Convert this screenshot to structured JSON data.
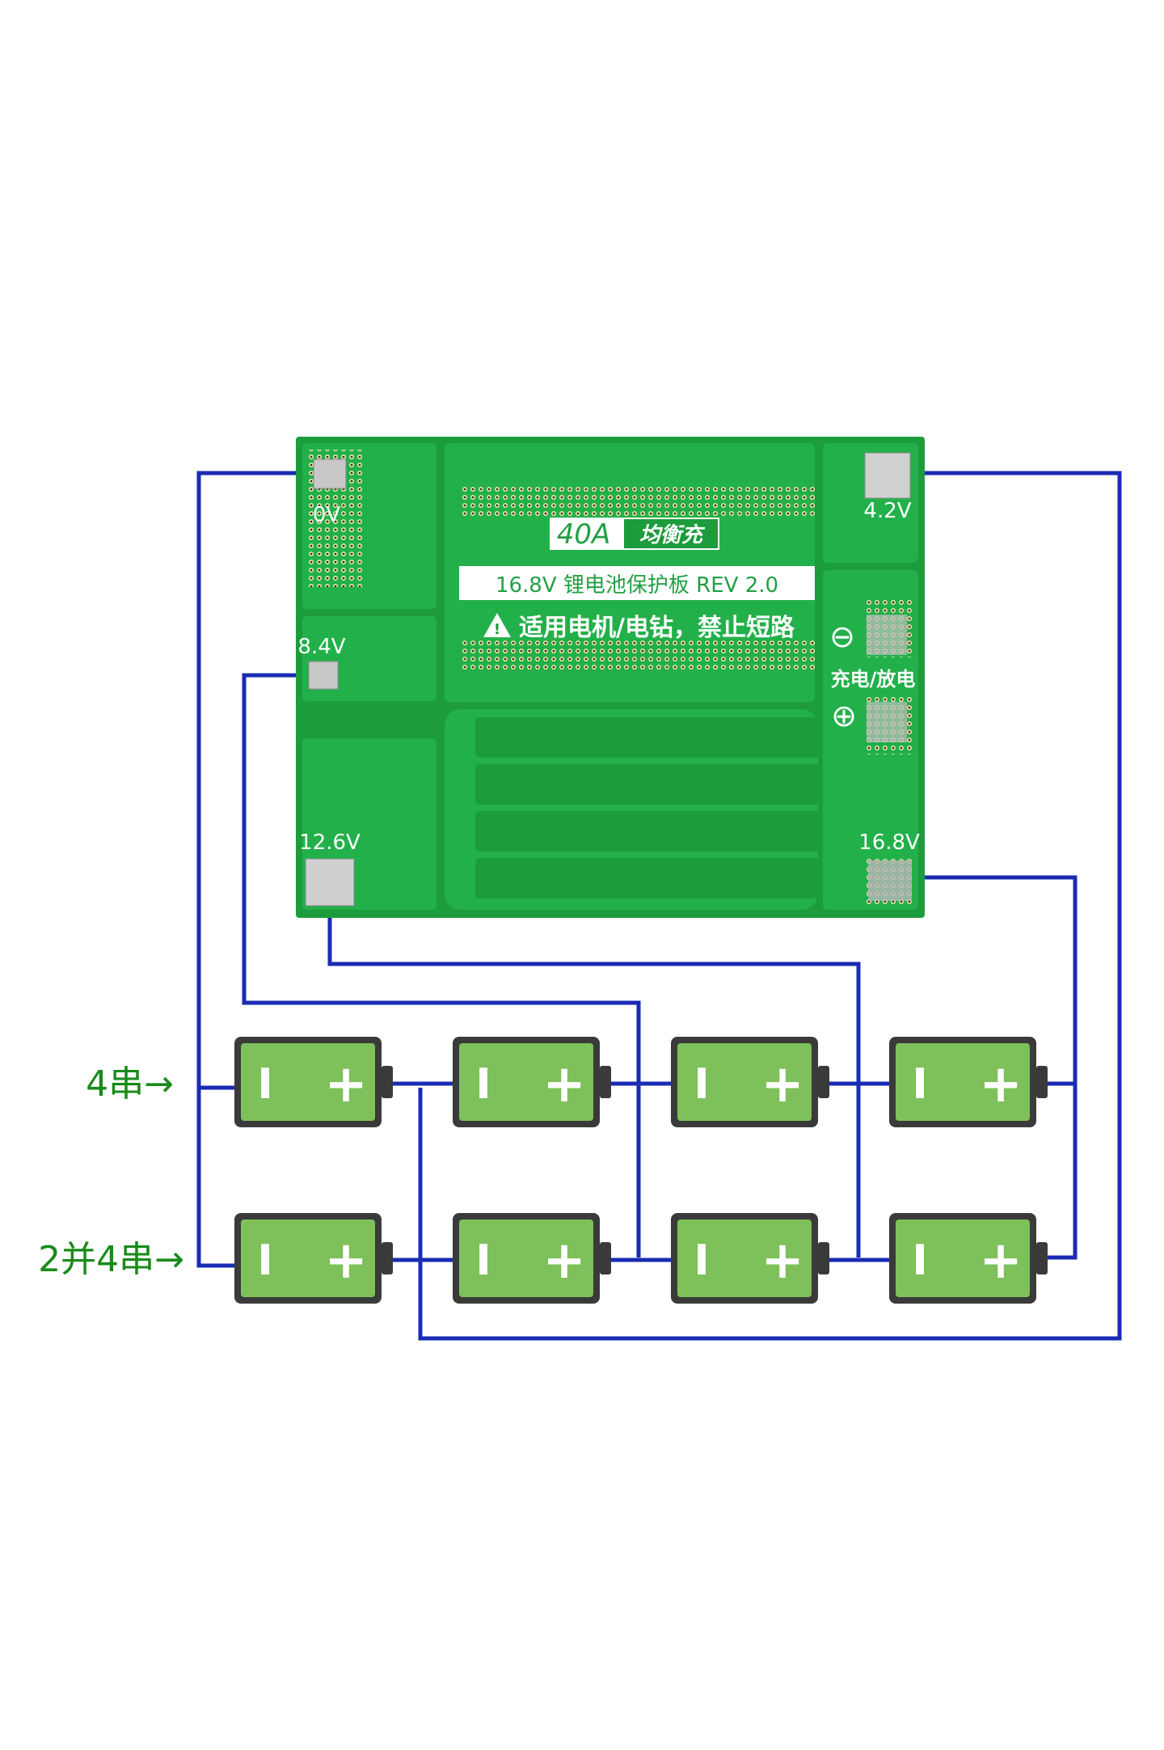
{
  "colors": {
    "background": "#ffffff",
    "wire": "#1a2bb4",
    "pcb": "#1fa541",
    "pcb_dark": "#14883a",
    "copper_region": "#22b04a",
    "pad": "#c8c8c8",
    "battery_body": "#7ec05a",
    "battery_frame": "#3a3a3a",
    "label_green": "#1a8a1a"
  },
  "board": {
    "rating_label": "40A",
    "balance_label": "均衡充",
    "title_label": "16.8V 锂电池保护板 REV 2.0",
    "warning_label": "适用电机/电钻，禁止短路",
    "terminals": {
      "v0": "0V",
      "v4_2": "4.2V",
      "v8_4": "8.4V",
      "v12_6": "12.6V",
      "v16_8": "16.8V"
    },
    "charge_discharge_label": "充电/放电",
    "negative_symbol": "⊖",
    "positive_symbol": "⊕"
  },
  "rows": [
    {
      "label": "4串→",
      "cells": 4
    },
    {
      "label": "2并4串→",
      "cells": 4
    }
  ],
  "battery": {
    "negative_mark": "I",
    "positive_mark": "+"
  }
}
